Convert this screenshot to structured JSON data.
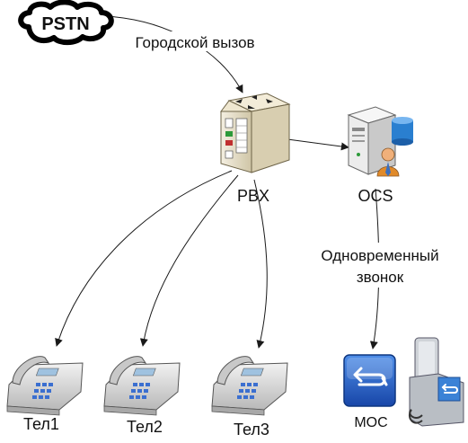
{
  "nodes": {
    "pstn": {
      "label": "PSTN"
    },
    "pbx": {
      "label": "PBX"
    },
    "ocs": {
      "label": "OCS"
    },
    "phone1": {
      "label": "Тел1"
    },
    "phone2": {
      "label": "Тел2"
    },
    "phone3": {
      "label": "Тел3"
    },
    "moc": {
      "label": "MOC"
    },
    "ip_phone": {
      "label": ""
    }
  },
  "edges": {
    "pstn_to_pbx": {
      "label": "Городской вызов"
    },
    "ocs_to_moc": {
      "label_line1": "Одновременный",
      "label_line2": "звонок"
    }
  },
  "colors": {
    "line": "#1a1a1a",
    "server_beige": "#e6dcc2",
    "moc_blue": "#1f5fc8",
    "database_blue": "#2a7fd0",
    "phone_body": "#d8d8d8"
  }
}
